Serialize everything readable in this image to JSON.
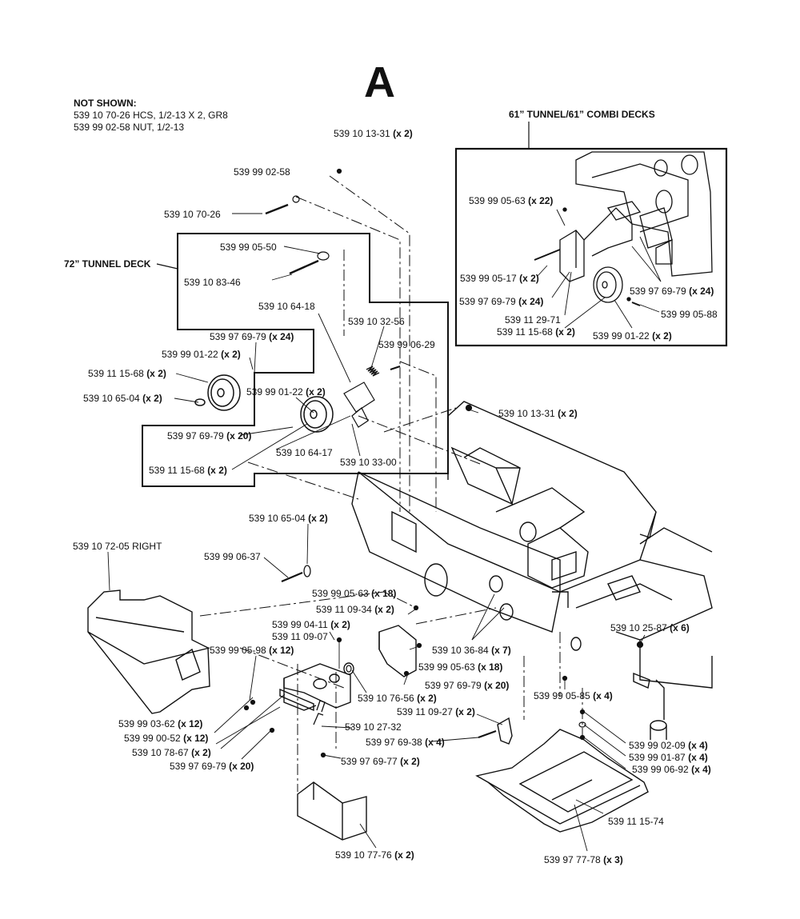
{
  "title": "A",
  "not_shown": {
    "heading": "NOT SHOWN:",
    "lines": [
      "539 10 70-26  HCS, 1/2-13 X 2, GR8",
      "539 99 02-58  NUT, 1/2-13"
    ]
  },
  "inset_72": {
    "label": "72” TUNNEL DECK"
  },
  "inset_61": {
    "label": "61” TUNNEL/61” COMBI DECKS"
  },
  "labels": [
    {
      "id": "p01",
      "num": "539 10 13-31",
      "qty": "(x 2)"
    },
    {
      "id": "p02",
      "num": "539 99 02-58",
      "qty": ""
    },
    {
      "id": "p03",
      "num": "539 10 70-26",
      "qty": ""
    },
    {
      "id": "p04",
      "num": "539 99 05-50",
      "qty": ""
    },
    {
      "id": "p05",
      "num": "539 10 83-46",
      "qty": ""
    },
    {
      "id": "p06",
      "num": "539 10 64-18",
      "qty": ""
    },
    {
      "id": "p07",
      "num": "539 10 32-56",
      "qty": ""
    },
    {
      "id": "p08",
      "num": "539 99 06-29",
      "qty": ""
    },
    {
      "id": "p09",
      "num": "539 97 69-79",
      "qty": "(x 24)"
    },
    {
      "id": "p10",
      "num": "539 99 01-22",
      "qty": "(x 2)"
    },
    {
      "id": "p11",
      "num": "539 11 15-68",
      "qty": "(x 2)"
    },
    {
      "id": "p12",
      "num": "539 10 65-04",
      "qty": "(x 2)"
    },
    {
      "id": "p13",
      "num": "539 99 01-22",
      "qty": "(x 2)"
    },
    {
      "id": "p14",
      "num": "539 97 69-79",
      "qty": "(x 20)"
    },
    {
      "id": "p15",
      "num": "539 10 64-17",
      "qty": ""
    },
    {
      "id": "p16",
      "num": "539 10 33-00",
      "qty": ""
    },
    {
      "id": "p17",
      "num": "539 11 15-68",
      "qty": "(x 2)"
    },
    {
      "id": "p18",
      "num": "539 10 13-31",
      "qty": "(x 2)"
    },
    {
      "id": "p19",
      "num": "539 10 65-04",
      "qty": "(x 2)"
    },
    {
      "id": "p20",
      "num": "539 10 72-05 RIGHT",
      "qty": ""
    },
    {
      "id": "p21",
      "num": "539 99 06-37",
      "qty": ""
    },
    {
      "id": "p22",
      "num": "539 99 05-63",
      "qty": "(x 18)"
    },
    {
      "id": "p23",
      "num": "539 11 09-34",
      "qty": "(x 2)"
    },
    {
      "id": "p24",
      "num": "539 99 04-11",
      "qty": "(x 2)"
    },
    {
      "id": "p25",
      "num": "539 11 09-07",
      "qty": ""
    },
    {
      "id": "p26",
      "num": "539 99 05-98",
      "qty": "(x 12)"
    },
    {
      "id": "p27",
      "num": "539 10 36-84",
      "qty": "(x 7)"
    },
    {
      "id": "p28",
      "num": "539 99 05-63",
      "qty": "(x 18)"
    },
    {
      "id": "p29",
      "num": "539 97 69-79",
      "qty": "(x 20)"
    },
    {
      "id": "p30",
      "num": "539 10 76-56",
      "qty": "(x 2)"
    },
    {
      "id": "p31",
      "num": "539 11 09-27",
      "qty": "(x 2)"
    },
    {
      "id": "p32",
      "num": "539 99 03-62",
      "qty": "(x 12)"
    },
    {
      "id": "p33",
      "num": "539 99 00-52",
      "qty": "(x 12)"
    },
    {
      "id": "p34",
      "num": "539 10 78-67",
      "qty": "(x 2)"
    },
    {
      "id": "p35",
      "num": "539 97 69-79",
      "qty": "(x 20)"
    },
    {
      "id": "p36",
      "num": "539 10 27-32",
      "qty": ""
    },
    {
      "id": "p37",
      "num": "539 97 69-38",
      "qty": "(x 4)"
    },
    {
      "id": "p38",
      "num": "539 97 69-77",
      "qty": "(x 2)"
    },
    {
      "id": "p39",
      "num": "539 10 25-87",
      "qty": "(x 6)"
    },
    {
      "id": "p40",
      "num": "539 99 05-85",
      "qty": "(x 4)"
    },
    {
      "id": "p41",
      "num": "539 99 02-09",
      "qty": "(x 4)"
    },
    {
      "id": "p42",
      "num": "539 99 01-87",
      "qty": "(x 4)"
    },
    {
      "id": "p43",
      "num": "539 99 06-92",
      "qty": "(x 4)"
    },
    {
      "id": "p44",
      "num": "539 11 15-74",
      "qty": ""
    },
    {
      "id": "p45",
      "num": "539 10 77-76",
      "qty": "(x 2)"
    },
    {
      "id": "p46",
      "num": "539 97 77-78",
      "qty": "(x 3)"
    },
    {
      "id": "p47",
      "num": "539 99 05-63",
      "qty": "(x 22)"
    },
    {
      "id": "p48",
      "num": "539 99 05-17",
      "qty": "(x 2)"
    },
    {
      "id": "p49",
      "num": "539 97 69-79",
      "qty": "(x 24)"
    },
    {
      "id": "p50",
      "num": "539 11 29-71",
      "qty": ""
    },
    {
      "id": "p51",
      "num": "539 11 15-68",
      "qty": "(x 2)"
    },
    {
      "id": "p52",
      "num": "539 99 01-22",
      "qty": "(x 2)"
    },
    {
      "id": "p53",
      "num": "539 97 69-79",
      "qty": "(x 24)"
    },
    {
      "id": "p54",
      "num": "539 99 05-88",
      "qty": ""
    }
  ]
}
